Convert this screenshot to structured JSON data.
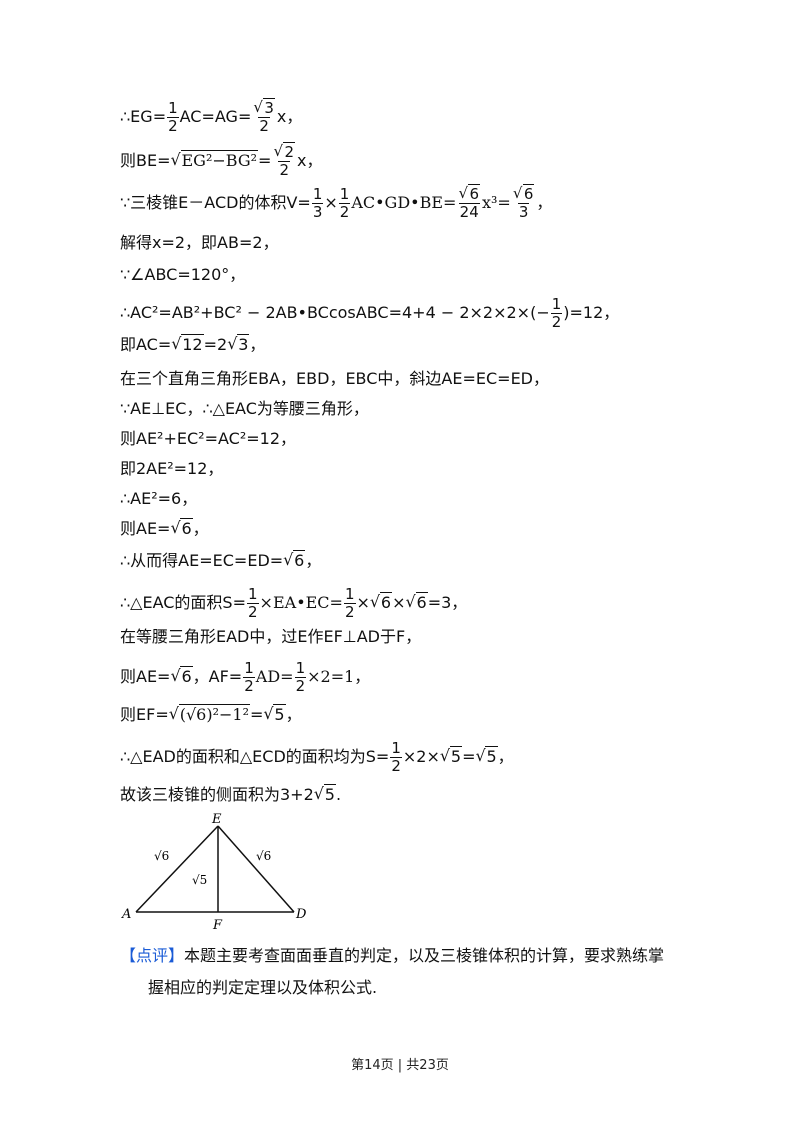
{
  "lines": {
    "l1_a": "∴EG=",
    "l1_frac_num": "1",
    "l1_frac_den": "2",
    "l1_b": "AC=AG=",
    "l1_rad": "3",
    "l1_den": "2",
    "l1_c": "x，",
    "l2_a": "则BE=",
    "l2_rad": "EG²−BG²",
    "l2_b": "=",
    "l2_num_rad": "2",
    "l2_den": "2",
    "l2_c": "x，",
    "l3_a": "∵三棱锥E－ACD的体积V=",
    "l3_f1n": "1",
    "l3_f1d": "3",
    "l3_times": "×",
    "l3_f2n": "1",
    "l3_f2d": "2",
    "l3_b": "AC•GD•BE=",
    "l3_f3r": "6",
    "l3_f3d": "24",
    "l3_c": "x³=",
    "l3_f4r": "6",
    "l3_f4d": "3",
    "l3_d": "，",
    "l4": "解得x=2，即AB=2，",
    "l5": "∵∠ABC=120°，",
    "l6_a": "∴AC²=AB²+BC² − 2AB•BCcosABC=4+4 − 2×2×2×(−",
    "l6_fn": "1",
    "l6_fd": "2",
    "l6_b": ")=12，",
    "l7_a": "即AC=",
    "l7_r1": "12",
    "l7_b": "=2",
    "l7_r2": "3",
    "l7_c": "，",
    "l8": "在三个直角三角形EBA，EBD，EBC中，斜边AE=EC=ED，",
    "l9": "∵AE⊥EC，∴△EAC为等腰三角形，",
    "l10": "则AE²+EC²=AC²=12，",
    "l11": "即2AE²=12，",
    "l12": "∴AE²=6，",
    "l13_a": "则AE=",
    "l13_r": "6",
    "l13_b": "，",
    "l14_a": "∴从而得AE=EC=ED=",
    "l14_r": "6",
    "l14_b": "，",
    "l15_a": "∴△EAC的面积S=",
    "l15_f1n": "1",
    "l15_f1d": "2",
    "l15_b": "×EA•EC=",
    "l15_f2n": "1",
    "l15_f2d": "2",
    "l15_c": "×",
    "l15_r1": "6",
    "l15_d": "×",
    "l15_r2": "6",
    "l15_e": "=3，",
    "l16": "在等腰三角形EAD中，过E作EF⊥AD于F，",
    "l17_a": "则AE=",
    "l17_r": "6",
    "l17_b": "，AF=",
    "l17_f1n": "1",
    "l17_f1d": "2",
    "l17_c": "AD=",
    "l17_f2n": "1",
    "l17_f2d": "2",
    "l17_d": "×2=1，",
    "l18_a": "则EF=",
    "l18_r": "(√6)²−1²",
    "l18_b": "=",
    "l18_r2": "5",
    "l18_c": "，",
    "l19_a": "∴△EAD的面积和△ECD的面积均为S=",
    "l19_fn": "1",
    "l19_fd": "2",
    "l19_b": "×2×",
    "l19_r": "5",
    "l19_c": "=",
    "l19_r2": "5",
    "l19_d": "，",
    "l20_a": "故该三棱锥的侧面积为3+2",
    "l20_r": "5",
    "l20_b": "."
  },
  "figure": {
    "labels": {
      "E": "E",
      "A": "A",
      "F": "F",
      "D": "D"
    },
    "edge_ae": "√6",
    "edge_ed": "√6",
    "edge_ef": "√5"
  },
  "note": {
    "tag": "【点评】",
    "text1": "本题主要考查面面垂直的判定，以及三棱锥体积的计算，要求熟练掌",
    "text2": "握相应的判定定理以及体积公式."
  },
  "footer": "第14页 | 共23页"
}
